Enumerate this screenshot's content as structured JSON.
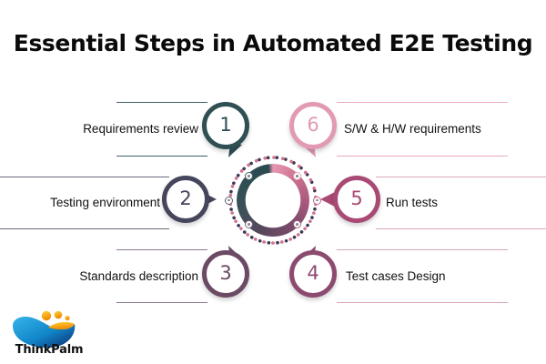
{
  "title": "Essential Steps in Automated E2E Testing",
  "brand": {
    "name": "ThinkPalm",
    "logo_icon": "thinkpalm-wave-logo",
    "blue": "#1f9cd7",
    "deep_blue": "#0d3b7a",
    "orange": "#f5a300",
    "yellow": "#ffc81e"
  },
  "center": {
    "icon": "gradient-donut-ring",
    "dotted_orbit_icon": "dotted-circle-orbit"
  },
  "palette": {
    "step1": "#2f4f53",
    "step2": "#45455c",
    "step3": "#6b4a63",
    "step4": "#8d4a70",
    "step5": "#a84a74",
    "step6": "#e29ab4"
  },
  "steps": [
    {
      "number": "1",
      "label": "Requirements review",
      "color": "#2f4f53",
      "side": "left"
    },
    {
      "number": "2",
      "label": "Testing environment",
      "color": "#45455c",
      "side": "left"
    },
    {
      "number": "3",
      "label": "Standards description",
      "color": "#6b4a63",
      "side": "left"
    },
    {
      "number": "4",
      "label": "Test cases Design",
      "color": "#8d4a70",
      "side": "right"
    },
    {
      "number": "5",
      "label": "Run tests",
      "color": "#a84a74",
      "side": "right"
    },
    {
      "number": "6",
      "label": "S/W & H/W requirements",
      "color": "#e29ab4",
      "side": "right"
    }
  ]
}
